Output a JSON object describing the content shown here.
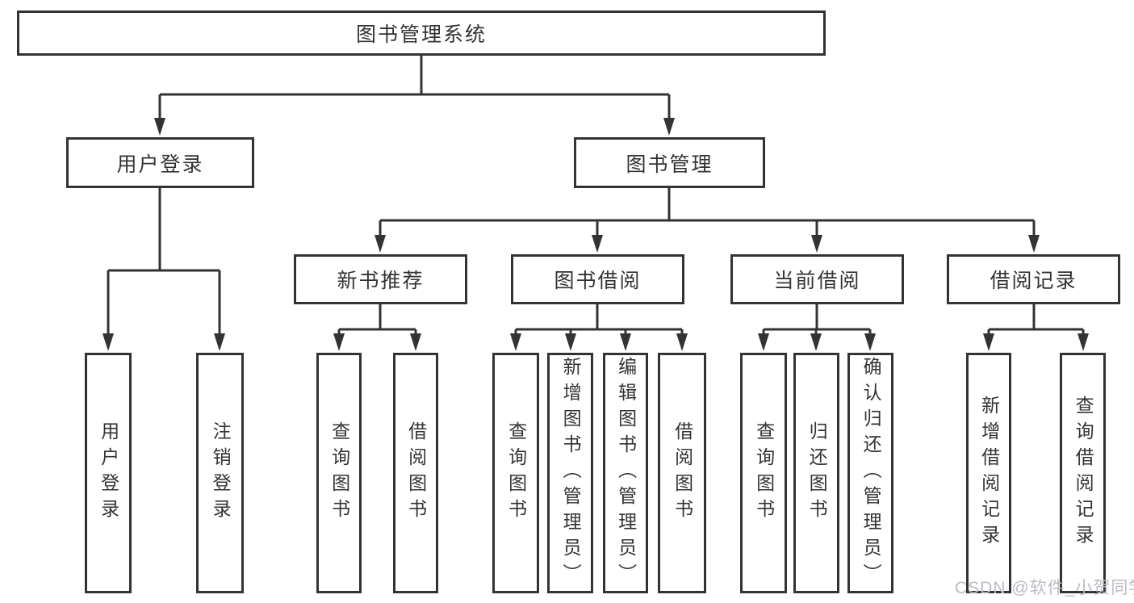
{
  "colors": {
    "line": "#333333",
    "box_border": "#333333",
    "box_fill": "#ffffff",
    "text": "#333333",
    "watermark": "#b9bdc4"
  },
  "watermark": "CSDN @软件_小贺同学",
  "tree": {
    "root": {
      "label": "图书管理系统"
    },
    "level2": [
      {
        "label": "用户登录",
        "children": [
          {
            "label": "用户登录"
          },
          {
            "label": "注销登录"
          }
        ]
      },
      {
        "label": "图书管理",
        "children": [
          {
            "label": "新书推荐",
            "children": [
              {
                "label": "查询图书"
              },
              {
                "label": "借阅图书"
              }
            ]
          },
          {
            "label": "图书借阅",
            "children": [
              {
                "label": "查询图书"
              },
              {
                "label": "新增图书（管理员）"
              },
              {
                "label": "编辑图书（管理员）"
              },
              {
                "label": "借阅图书"
              }
            ]
          },
          {
            "label": "当前借阅",
            "children": [
              {
                "label": "查询图书"
              },
              {
                "label": "归还图书"
              },
              {
                "label": "确认归还（管理员）"
              }
            ]
          },
          {
            "label": "借阅记录",
            "children": [
              {
                "label": "新增借阅记录"
              },
              {
                "label": "查询借阅记录"
              }
            ]
          }
        ]
      }
    ]
  }
}
